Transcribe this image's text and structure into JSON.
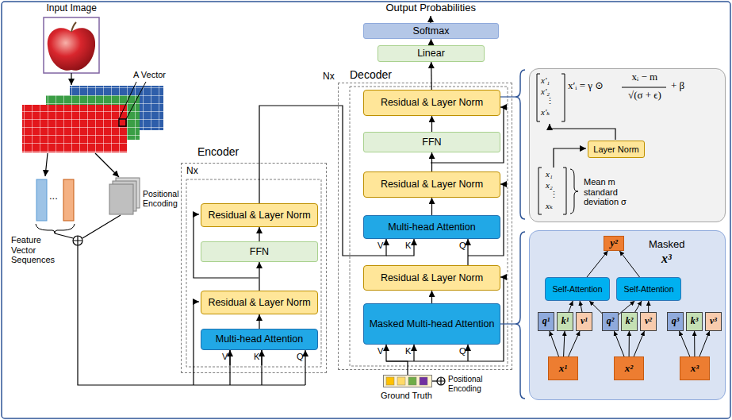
{
  "diagram": {
    "nodes": [
      {
        "text": [
          "Encoder",
          "Nx"
        ]
      },
      {
        "text": [
          "Residual & Layer Norm"
        ],
        "in": 0
      },
      {
        "text": [
          "FFN"
        ],
        "in": 0
      },
      {
        "text": [
          "Residual & Layer Norm"
        ],
        "in": 0
      },
      {
        "text": [
          "Multi-head Attention"
        ],
        "in": 0
      },
      {
        "text": [
          "Decoder",
          "Nx"
        ]
      },
      {
        "text": [
          "Residual & Layer Norm"
        ],
        "in": 5
      },
      {
        "text": [
          "FFN"
        ],
        "in": 5
      },
      {
        "text": [
          "Residual & Layer Norm"
        ],
        "in": 5
      },
      {
        "text": [
          "Multi-head Attention"
        ],
        "in": 5
      },
      {
        "text": [
          "Residual & Layer Norm"
        ],
        "in": 5
      },
      {
        "text": [
          "Masked Multi-head Attention"
        ],
        "in": 5
      },
      {
        "text": [
          "Linear"
        ]
      },
      {
        "text": [
          "Softmax"
        ]
      },
      {
        "text": [
          "Ground Truth"
        ]
      },
      {
        "text": [
          "x′ᵢ = γ ⊙",
          "xᵢ − m",
          "√(σ + ϵ)",
          "+ β",
          "Mean m standard deviation σ"
        ]
      },
      {
        "text": [
          "Layer Norm"
        ],
        "in": 15
      },
      {
        "text": [
          "Masked",
          "x³"
        ]
      },
      {
        "text": [
          "y²"
        ],
        "in": 17
      },
      {
        "text": [
          "Self-Attention"
        ],
        "in": 17
      },
      {
        "text": [
          "Self-Attention"
        ],
        "in": 17
      },
      {
        "text": [
          "q¹"
        ],
        "in": 17
      },
      {
        "text": [
          "k¹"
        ],
        "in": 17
      },
      {
        "text": [
          "v¹"
        ],
        "in": 17
      },
      {
        "text": [
          "q²"
        ],
        "in": 17
      },
      {
        "text": [
          "k²"
        ],
        "in": 17
      },
      {
        "text": [
          "v²"
        ],
        "in": 17
      },
      {
        "text": [
          "q³"
        ],
        "in": 17
      },
      {
        "text": [
          "k³"
        ],
        "in": 17
      },
      {
        "text": [
          "v³"
        ],
        "in": 17
      },
      {
        "text": [
          "x¹"
        ],
        "in": 17
      },
      {
        "text": [
          "x²"
        ],
        "in": 17
      },
      {
        "text": [
          "x³"
        ],
        "in": 17
      }
    ],
    "edges": [
      {
        "from": 4,
        "to": 3,
        "arrow": "to"
      },
      {
        "from": 3,
        "to": 2,
        "arrow": "to"
      },
      {
        "from": 2,
        "to": 1,
        "arrow": "to"
      },
      {
        "from": 1,
        "to": 9,
        "arrow": "to"
      },
      {
        "from": 14,
        "to": 11,
        "arrow": "to"
      },
      {
        "from": 11,
        "to": 10,
        "arrow": "to"
      },
      {
        "from": 10,
        "to": 9,
        "arrow": "to"
      },
      {
        "from": 9,
        "to": 8,
        "arrow": "to"
      },
      {
        "from": 8,
        "to": 7,
        "arrow": "to"
      },
      {
        "from": 7,
        "to": 6,
        "arrow": "to"
      },
      {
        "from": 6,
        "to": 12,
        "arrow": "to"
      },
      {
        "from": 12,
        "to": 13,
        "arrow": "to"
      },
      {
        "from": 30,
        "to": 21,
        "arrow": "to"
      },
      {
        "from": 30,
        "to": 22,
        "arrow": "to"
      },
      {
        "from": 30,
        "to": 23,
        "arrow": "to"
      },
      {
        "from": 31,
        "to": 24,
        "arrow": "to"
      },
      {
        "from": 31,
        "to": 25,
        "arrow": "to"
      },
      {
        "from": 31,
        "to": 26,
        "arrow": "to"
      },
      {
        "from": 32,
        "to": 27,
        "arrow": "to"
      },
      {
        "from": 32,
        "to": 28,
        "arrow": "to"
      },
      {
        "from": 32,
        "to": 29,
        "arrow": "to"
      },
      {
        "from": 22,
        "to": 19,
        "arrow": "to"
      },
      {
        "from": 23,
        "to": 19,
        "arrow": "to"
      },
      {
        "from": 24,
        "to": 19,
        "arrow": "to"
      },
      {
        "from": 24,
        "to": 20,
        "arrow": "to"
      },
      {
        "from": 25,
        "to": 20,
        "arrow": "to"
      },
      {
        "from": 26,
        "to": 20,
        "arrow": "to"
      },
      {
        "from": 19,
        "to": 18,
        "arrow": "to"
      },
      {
        "from": 20,
        "to": 18,
        "arrow": "to"
      }
    ],
    "labels": [
      "Input Image",
      "A Vector",
      "...",
      "Feature Vector Sequences",
      "Positional Encoding",
      "V",
      "K",
      "Q",
      "Output Probabilities",
      "V",
      "K",
      "Q",
      "V",
      "K",
      "Q",
      "Positional Encoding",
      "x′₁",
      "x′₂",
      "⋮",
      "x′ₖ",
      "x₁",
      "x₂",
      "⋮",
      "xₖ"
    ]
  }
}
